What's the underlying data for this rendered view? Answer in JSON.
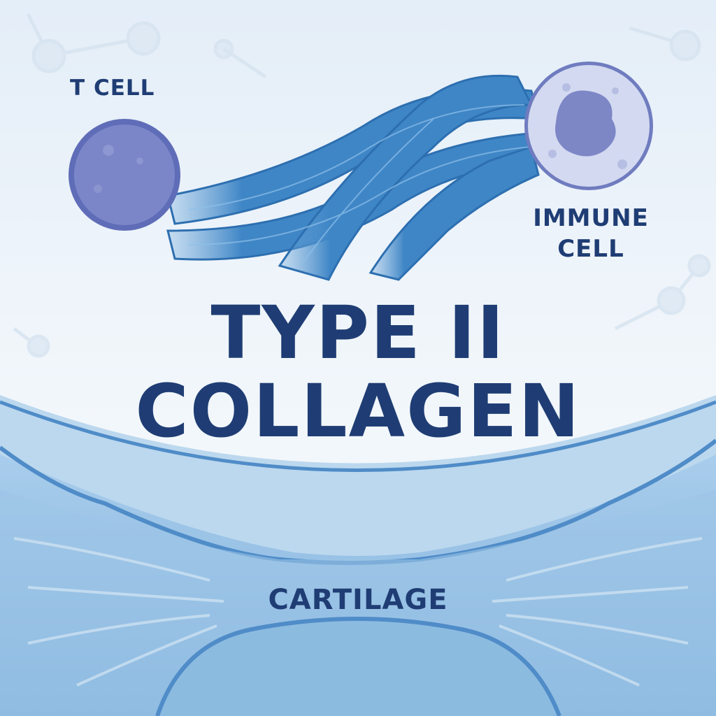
{
  "title": {
    "line1": "TYPE II",
    "line2": "COLLAGEN"
  },
  "labels": {
    "t_cell": "T CELL",
    "immune_cell_line1": "IMMUNE",
    "immune_cell_line2": "CELL",
    "cartilage": "CARTILAGE"
  },
  "elements": {
    "t_cell_icon": "t-cell-icon",
    "immune_cell_icon": "immune-cell-icon",
    "collagen_fiber_icon": "collagen-fiber-icon",
    "cartilage_tissue": "cartilage-tissue",
    "molecule_background": "molecule-network-icon"
  },
  "colors": {
    "text": "#1f3d74",
    "fiber": "#3f86c6",
    "fiber_dark": "#2d6fb0",
    "t_cell": "#7b86c8",
    "immune_cell": "#c9d0ec",
    "nucleus": "#7d87c6",
    "cartilage": "#8cbbe0",
    "cartilage_edge": "#4f8cc8",
    "background": "#eaf2f9"
  }
}
